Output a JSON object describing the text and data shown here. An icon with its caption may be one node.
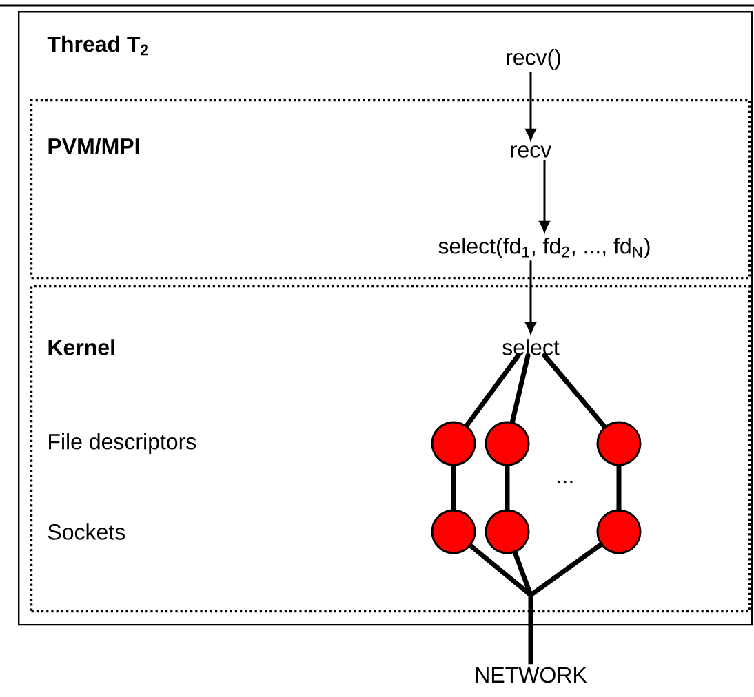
{
  "diagram": {
    "nodes": [
      {
        "text": [
          "Thread T$_{2}$"
        ]
      },
      {
        "text": [
          "recv()"
        ],
        "in": 0
      },
      {
        "text": [
          "PVM/MPI"
        ],
        "in": 0
      },
      {
        "text": [
          "recv"
        ],
        "in": 2
      },
      {
        "text": [
          "select(fd$_{1}$, fd$_{2}$, ..., fd$_{N}$)"
        ],
        "in": 2
      },
      {
        "text": [
          "Kernel"
        ],
        "in": 0
      },
      {
        "text": [
          "select"
        ],
        "in": 5
      },
      {
        "text": [],
        "shape": "circle",
        "in": 5
      },
      {
        "text": [],
        "shape": "circle",
        "in": 5
      },
      {
        "text": [],
        "shape": "circle",
        "in": 5
      },
      {
        "text": [],
        "shape": "circle",
        "in": 5
      },
      {
        "text": [],
        "shape": "circle",
        "in": 5
      },
      {
        "text": [],
        "shape": "circle",
        "in": 5
      },
      {
        "text": [
          "NETWORK"
        ]
      }
    ],
    "edges": [
      {
        "from": 1,
        "to": 3,
        "arrow": "to"
      },
      {
        "from": 3,
        "to": 4,
        "arrow": "to"
      },
      {
        "from": 4,
        "to": 6,
        "arrow": "to"
      },
      {
        "from": 6,
        "to": 7,
        "arrow": "none"
      },
      {
        "from": 6,
        "to": 8,
        "arrow": "none"
      },
      {
        "from": 6,
        "to": 9,
        "arrow": "none"
      },
      {
        "from": 7,
        "to": 10,
        "arrow": "none"
      },
      {
        "from": 8,
        "to": 11,
        "arrow": "none"
      },
      {
        "from": 9,
        "to": 12,
        "arrow": "none"
      },
      {
        "from": 10,
        "to": 13,
        "arrow": "none"
      },
      {
        "from": 11,
        "to": 13,
        "arrow": "none"
      },
      {
        "from": 12,
        "to": 13,
        "arrow": "none"
      }
    ],
    "labels": [
      "File descriptors",
      "Sockets",
      "..."
    ]
  }
}
